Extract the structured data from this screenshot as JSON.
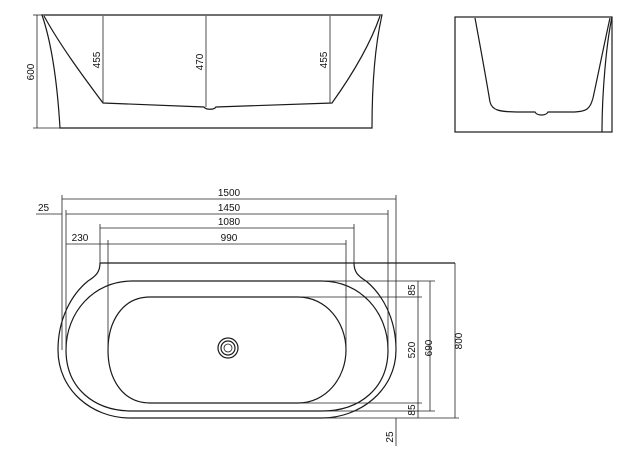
{
  "front_view": {
    "height_total": "600",
    "inner_left": "455",
    "inner_center": "470",
    "inner_right": "455"
  },
  "top_view": {
    "length_total": "1500",
    "length_inner": "1450",
    "length_basin": "1080",
    "length_drain": "990",
    "edge_offset_left": "25",
    "edge_offset_bottom": "25",
    "rim_left": "230",
    "width_total": "800",
    "width_inner": "690",
    "width_basin": "520",
    "rim_top": "85",
    "rim_bottom": "85"
  }
}
